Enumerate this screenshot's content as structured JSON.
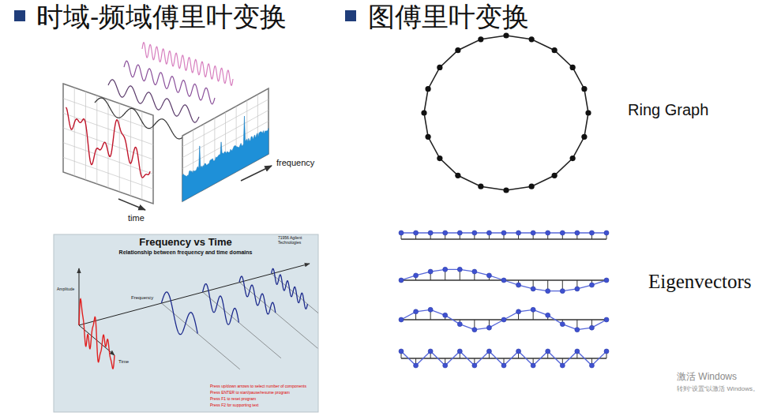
{
  "diagram": {
    "labels": [
      "时域-频域傅里叶变换",
      "图傅里叶变换",
      "time",
      "frequency",
      "Frequency vs Time",
      "Relationship between frequency and time domains",
      "71956 Agilent Technologies",
      "Amplitude",
      "Frequency",
      "Time",
      "Press up/down arrows to select number of components",
      "Press ENTER to start/pause/resume program",
      "Press F1 to reset program",
      "Press F2 for supporting text",
      "Ring Graph",
      "Eigenvectors",
      "激活 Windows",
      "转到“设置”以激活 Windows。"
    ]
  }
}
